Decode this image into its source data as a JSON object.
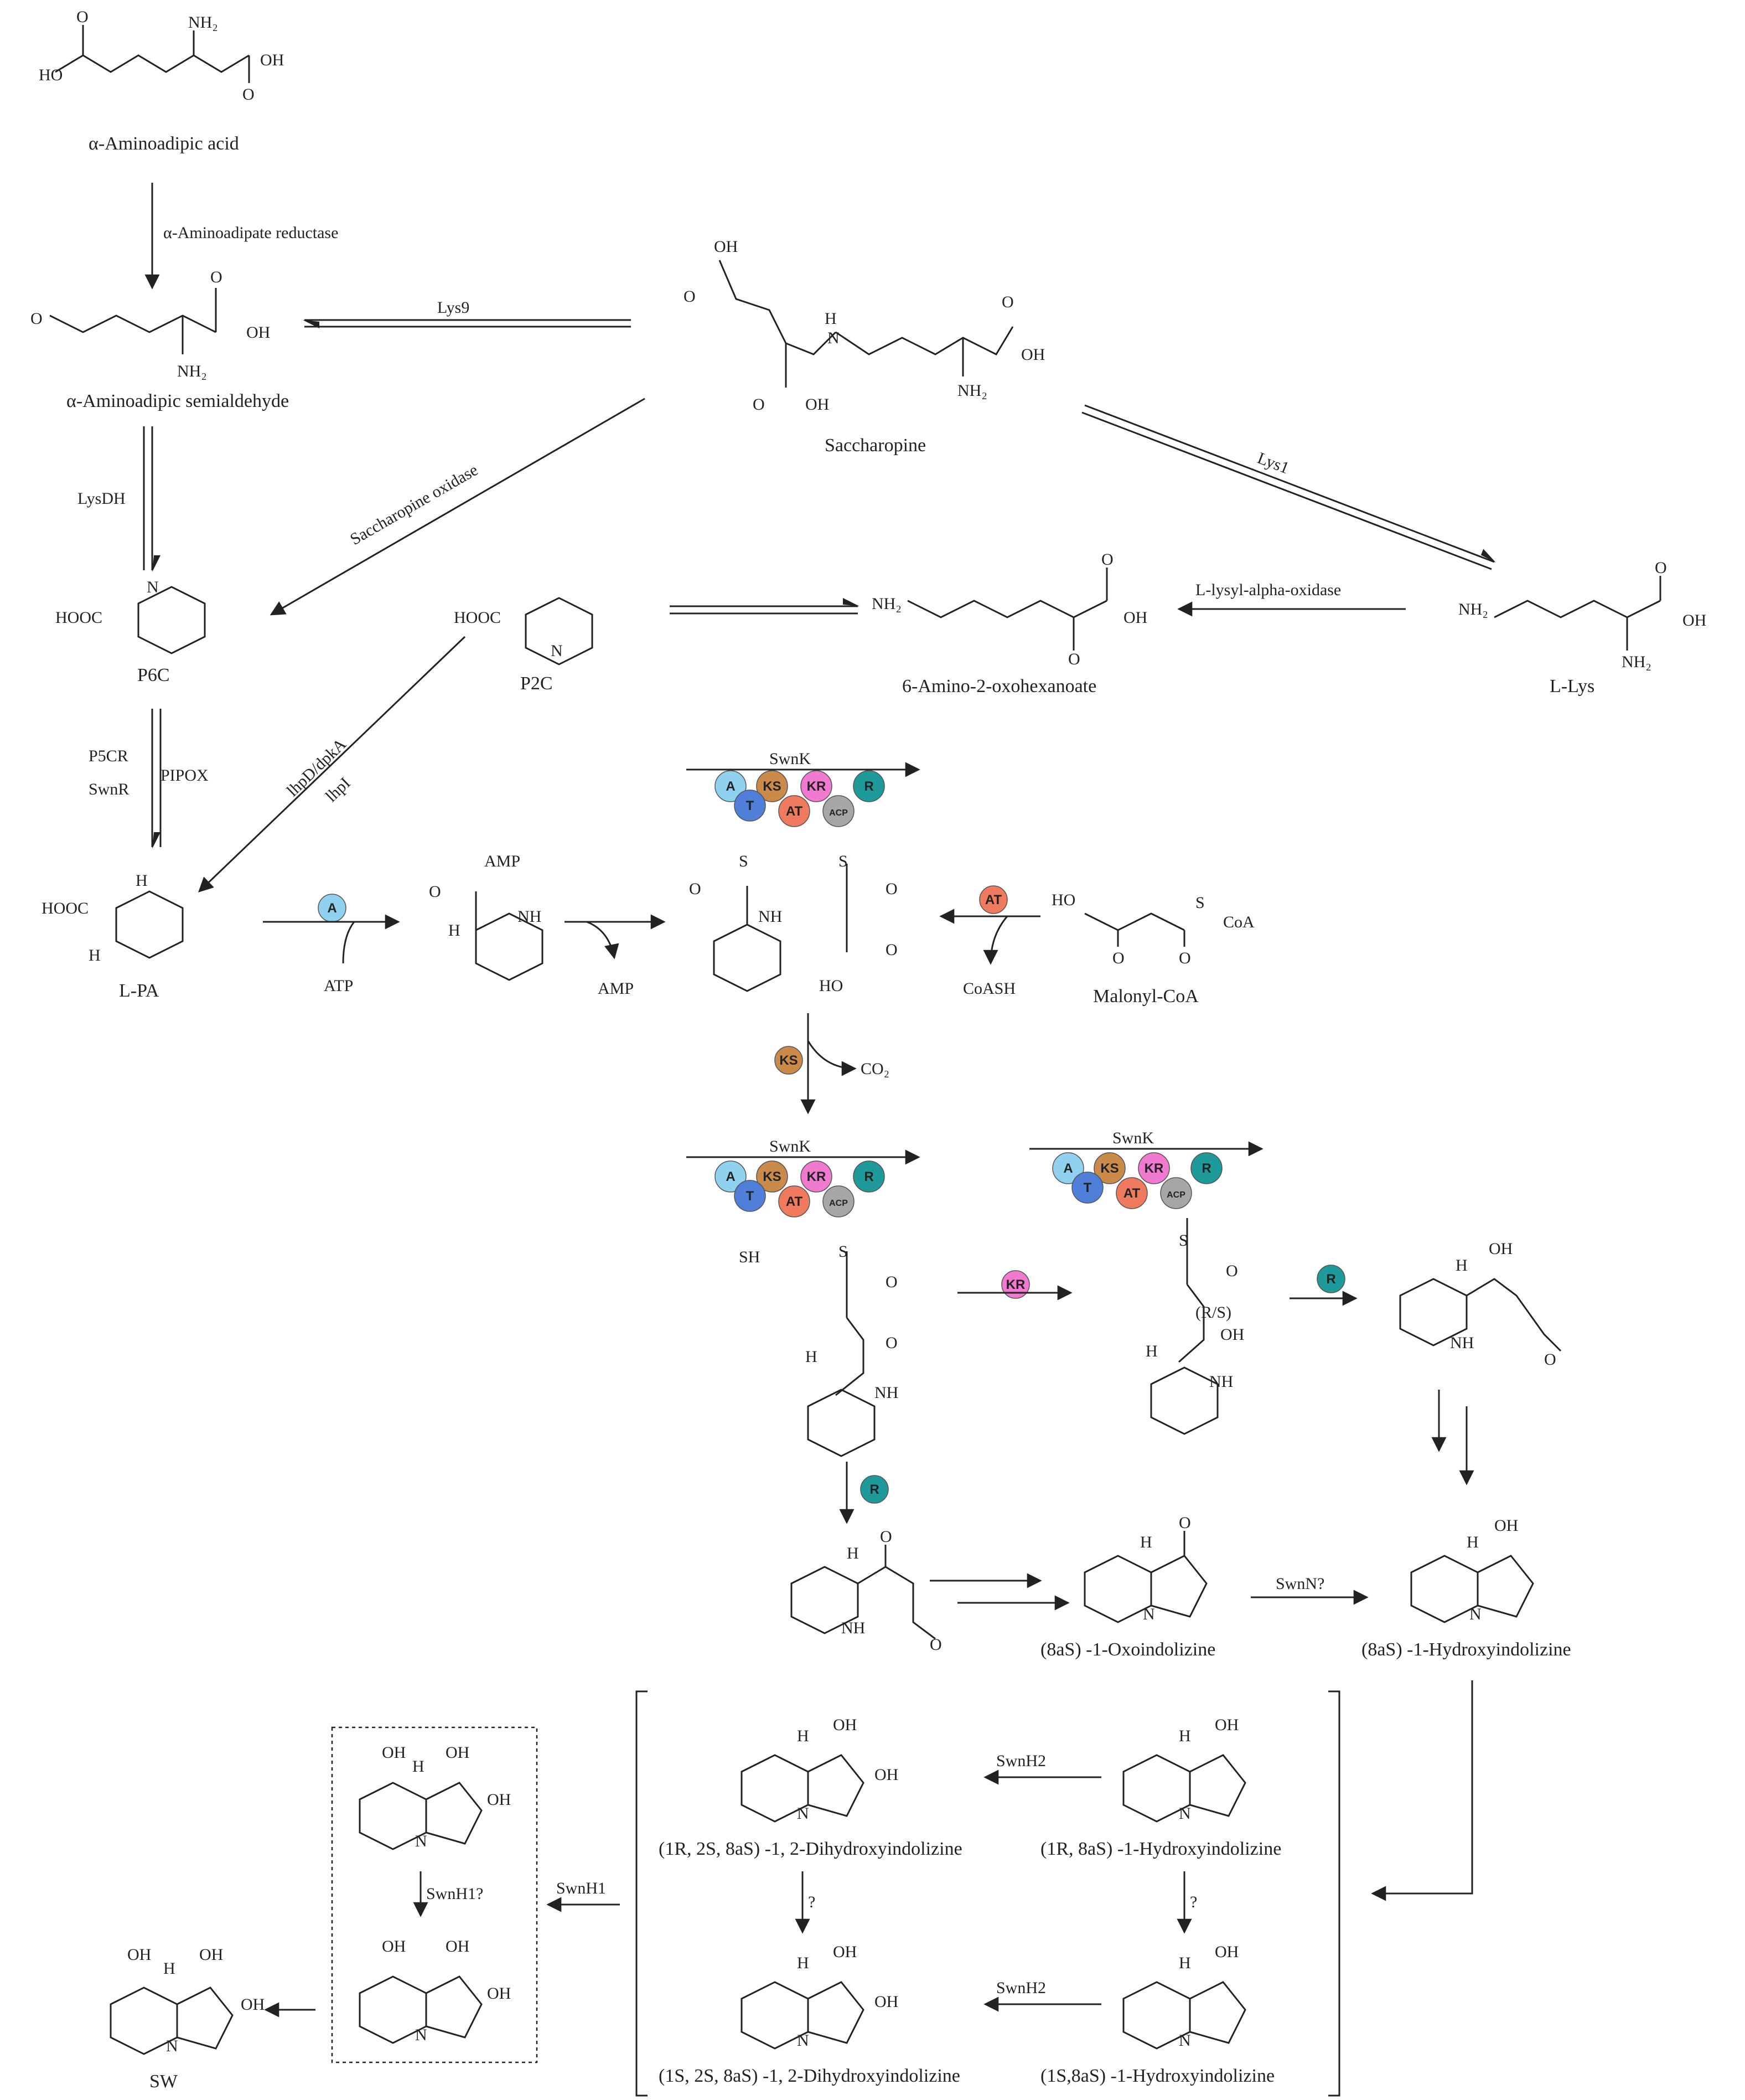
{
  "colors": {
    "A": "#8fd1ee",
    "T": "#4f7fd8",
    "KS": "#c98a4a",
    "AT": "#ef7a5e",
    "KR": "#ef7ad0",
    "ACP": "#a6a6a6",
    "R": "#1f9a9a"
  },
  "compounds": {
    "aminoadipic_acid": "α-Aminoadipic acid",
    "aminoadipic_semialdehyde": "α-Aminoadipic semialdehyde",
    "saccharopine": "Saccharopine",
    "p6c": "P6C",
    "p2c": "P2C",
    "amino_oxohexanoate": "6-Amino-2-oxohexanoate",
    "l_lys": "L-Lys",
    "l_pa": "L-PA",
    "malonyl_coa": "Malonyl-CoA",
    "oxoindolizine": "(8aS) -1-Oxoindolizine",
    "hydroxyindolizine": "(8aS) -1-Hydroxyindolizine",
    "dihydroxy_1r2s": "(1R, 2S, 8aS) -1, 2-Dihydroxyindolizine",
    "hydroxy_1r": "(1R, 8aS) -1-Hydroxyindolizine",
    "dihydroxy_1s2s": "(1S, 2S, 8aS) -1, 2-Dihydroxyindolizine",
    "hydroxy_1s": "(1S,8aS) -1-Hydroxyindolizine",
    "sw": "SW"
  },
  "enzymes": {
    "aar": "α-Aminoadipate reductase",
    "lys9": "Lys9",
    "lys1": "Lys1",
    "lysdh": "LysDH",
    "sacch_ox": "Saccharopine oxidase",
    "lysyl_ox": "L-lysyl-alpha-oxidase",
    "p5cr": "P5CR",
    "swnr": "SwnR",
    "pipox": "PIPOX",
    "lhpd": "lhpD/dpkA",
    "lhpi": "lhpI",
    "swnk": "SwnK",
    "swnn": "SwnN?",
    "swnh2": "SwnH2",
    "swnh1": "SwnH1",
    "swnh1q": "SwnH1?",
    "q": "?"
  },
  "cofactors": {
    "atp": "ATP",
    "amp": "AMP",
    "coash": "CoASH",
    "co2": "CO₂"
  },
  "domains": {
    "A": "A",
    "T": "T",
    "KS": "KS",
    "AT": "AT",
    "KR": "KR",
    "ACP": "ACP",
    "R": "R"
  },
  "atoms": {
    "nh2": "NH₂",
    "oh": "OH",
    "ho": "HO",
    "o": "O",
    "h": "H",
    "n": "N",
    "nh": "NH",
    "s": "S",
    "sh": "SH",
    "amp": "AMP",
    "cooh": "HOOC",
    "coa": "CoA",
    "rs": "(R/S)"
  }
}
